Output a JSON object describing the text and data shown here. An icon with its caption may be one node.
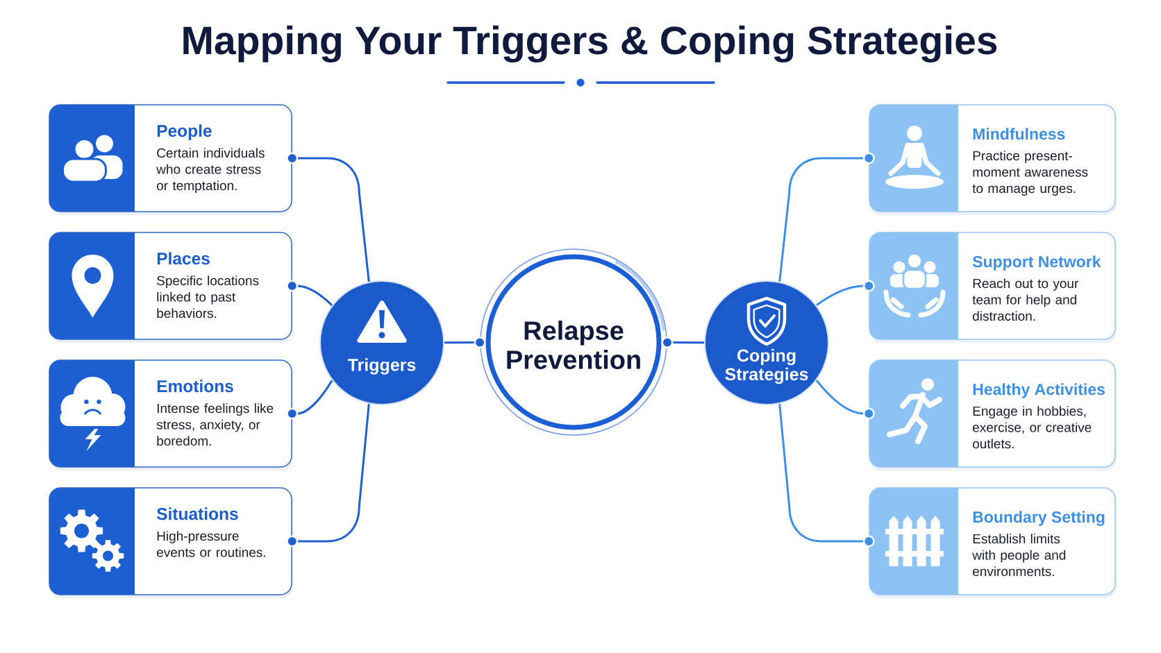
{
  "diagram": {
    "title": "Mapping Your Triggers & Coping Strategies",
    "nodes": [
      {
        "text": [
          "People",
          "Certain individuals who create stress or temptation."
        ]
      },
      {
        "text": [
          "Places",
          "Specific locations linked to past behaviors."
        ]
      },
      {
        "text": [
          "Emotions",
          "Intense feelings like stress, anxiety, or boredom."
        ]
      },
      {
        "text": [
          "Situations",
          "High-pressure events or routines."
        ]
      },
      {
        "text": [
          "Triggers"
        ]
      },
      {
        "text": [
          "Relapse Prevention"
        ]
      },
      {
        "text": [
          "Coping Strategies"
        ]
      },
      {
        "text": [
          "Mindfulness",
          "Practice present-moment awareness to manage urges."
        ]
      },
      {
        "text": [
          "Support Network",
          "Reach out to your team for help and distraction."
        ]
      },
      {
        "text": [
          "Healthy Activities",
          "Engage in hobbies, exercise, or creative outlets."
        ]
      },
      {
        "text": [
          "Boundary Setting",
          "Establish limits with people and environments."
        ]
      }
    ],
    "edges": [
      {
        "from": 4,
        "to": 0,
        "arrow": "other"
      },
      {
        "from": 4,
        "to": 1,
        "arrow": "other"
      },
      {
        "from": 4,
        "to": 2,
        "arrow": "other"
      },
      {
        "from": 4,
        "to": 3,
        "arrow": "other"
      },
      {
        "from": 4,
        "to": 5,
        "arrow": "other"
      },
      {
        "from": 6,
        "to": 5,
        "arrow": "other"
      },
      {
        "from": 6,
        "to": 7,
        "arrow": "other",
        "color": "#3d8fe6"
      },
      {
        "from": 6,
        "to": 8,
        "arrow": "other",
        "color": "#3d8fe6"
      },
      {
        "from": 6,
        "to": 9,
        "arrow": "other",
        "color": "#3d8fe6"
      },
      {
        "from": 6,
        "to": 10,
        "arrow": "other",
        "color": "#3d8fe6"
      }
    ]
  }
}
